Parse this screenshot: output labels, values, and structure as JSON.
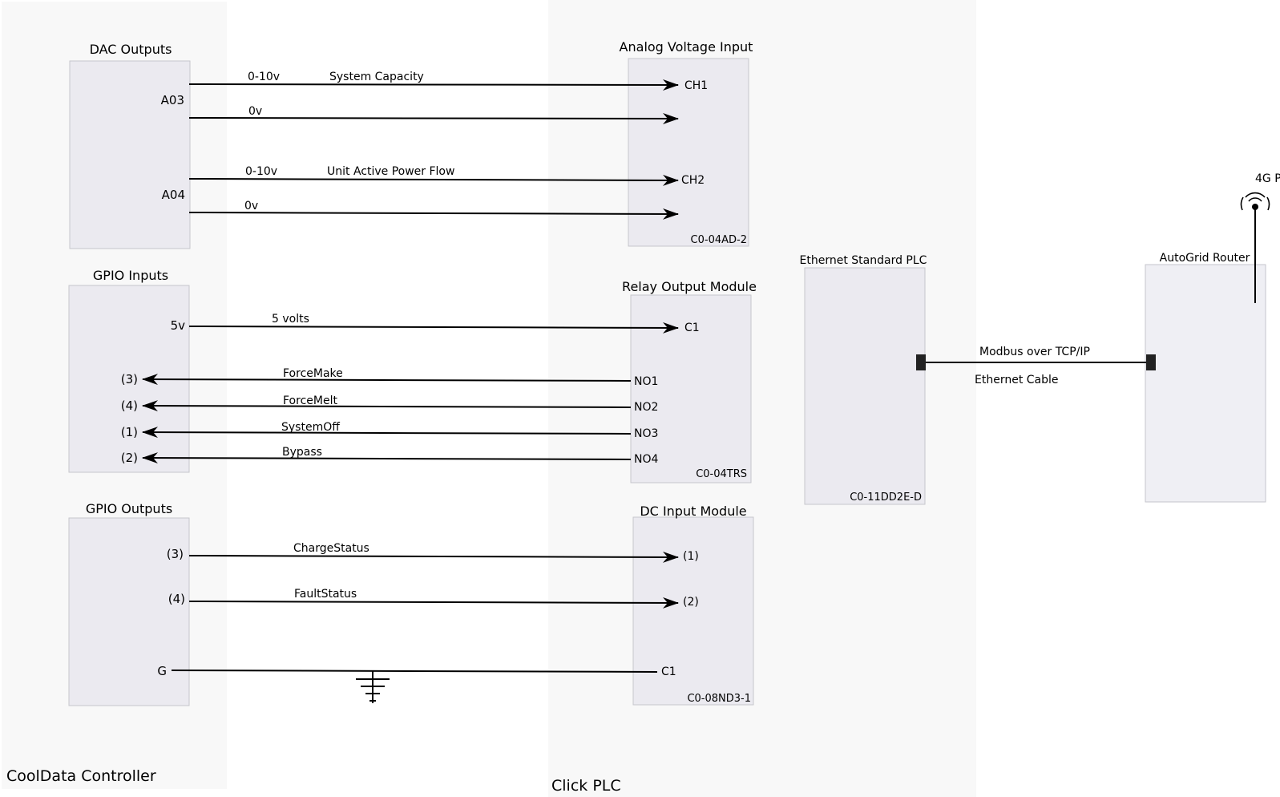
{
  "groups": {
    "controller": "CoolData Controller",
    "plc": "Click PLC"
  },
  "modules": {
    "dac": {
      "title": "DAC Outputs",
      "pins": {
        "a03": "A03",
        "a04": "A04"
      }
    },
    "gpio_in": {
      "title": "GPIO Inputs",
      "pins": {
        "v5": "5v",
        "p3": "(3)",
        "p4": "(4)",
        "p1": "(1)",
        "p2": "(2)"
      }
    },
    "gpio_out": {
      "title": "GPIO Outputs",
      "pins": {
        "p3": "(3)",
        "p4": "(4)",
        "g": "G"
      }
    },
    "analog": {
      "title": "Analog Voltage Input",
      "part": "C0-04AD-2",
      "pins": {
        "ch1": "CH1",
        "ch2": "CH2"
      }
    },
    "relay": {
      "title": "Relay Output Module",
      "part": "C0-04TRS",
      "pins": {
        "c1": "C1",
        "no1": "NO1",
        "no2": "NO2",
        "no3": "NO3",
        "no4": "NO4"
      }
    },
    "dcin": {
      "title": "DC Input Module",
      "part": "C0-08ND3-1",
      "pins": {
        "p1": "(1)",
        "p2": "(2)",
        "c1": "C1"
      }
    },
    "ethplc": {
      "title": "Ethernet Standard PLC",
      "part": "C0-11DD2E-D"
    },
    "router": {
      "title": "AutoGrid Router",
      "antenna_label": "4G P"
    }
  },
  "connections": {
    "cap_range": "0-10v",
    "cap_name": "System Capacity",
    "cap_ref": "0v",
    "power_range": "0-10v",
    "power_name": "Unit Active Power Flow",
    "power_ref": "0v",
    "five_volts": "5 volts",
    "force_make": "ForceMake",
    "force_melt": "ForceMelt",
    "system_off": "SystemOff",
    "bypass": "Bypass",
    "charge_status": "ChargeStatus",
    "fault_status": "FaultStatus",
    "modbus": "Modbus over TCP/IP",
    "ethernet_cable": "Ethernet Cable"
  },
  "colors": {
    "panel": "#f8f8f8",
    "module": "#ebeaf0",
    "router": "#efeff4",
    "wire": "#000000"
  }
}
